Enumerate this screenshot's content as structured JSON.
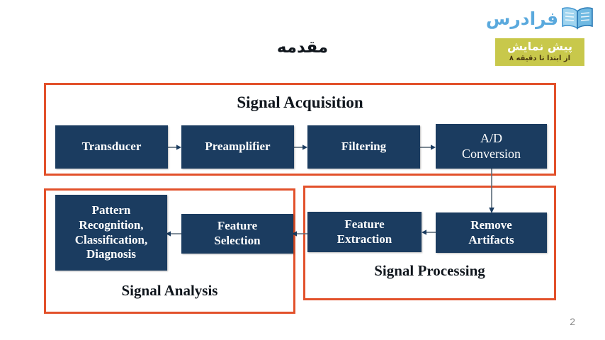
{
  "slide": {
    "title": "مقدمه",
    "page_number": "2"
  },
  "brand": {
    "wordmark": "فرادرس",
    "book_icon": "open-book-icon",
    "badge_main": "پیش نمایش",
    "badge_sub": "از ابتدا تا دقیقه ۸",
    "badge_color": "#c8c84b",
    "logo_color": "#5aa9dd"
  },
  "colors": {
    "frame_red": "#e2512b",
    "node_navy": "#1b3c60",
    "node_text": "#ffffff",
    "label_text": "#10161d",
    "arrow_gray": "#5a6a78"
  },
  "diagram": {
    "type": "flowchart",
    "groups": [
      {
        "id": "acquisition",
        "label": "Signal Acquisition"
      },
      {
        "id": "analysis",
        "label": "Signal Analysis"
      },
      {
        "id": "processing",
        "label": "Signal Processing"
      }
    ],
    "nodes": [
      {
        "id": "transducer",
        "label": "Transducer",
        "group": "acquisition"
      },
      {
        "id": "preamplifier",
        "label": "Preamplifier",
        "group": "acquisition"
      },
      {
        "id": "filtering",
        "label": "Filtering",
        "group": "acquisition"
      },
      {
        "id": "adc",
        "label": "A/D\nConversion",
        "group": "acquisition"
      },
      {
        "id": "remove_artifacts",
        "label": "Remove\nArtifacts",
        "group": "processing"
      },
      {
        "id": "feature_extraction",
        "label": "Feature\nExtraction",
        "group": "processing"
      },
      {
        "id": "feature_selection",
        "label": "Feature\nSelection",
        "group": "analysis"
      },
      {
        "id": "pattern",
        "label": "Pattern\nRecognition,\nClassification,\nDiagnosis",
        "group": "analysis"
      }
    ],
    "edges": [
      {
        "from": "transducer",
        "to": "preamplifier",
        "direction": "right"
      },
      {
        "from": "preamplifier",
        "to": "filtering",
        "direction": "right"
      },
      {
        "from": "filtering",
        "to": "adc",
        "direction": "right"
      },
      {
        "from": "adc",
        "to": "remove_artifacts",
        "direction": "down"
      },
      {
        "from": "remove_artifacts",
        "to": "feature_extraction",
        "direction": "left"
      },
      {
        "from": "feature_extraction",
        "to": "feature_selection",
        "direction": "left"
      },
      {
        "from": "feature_selection",
        "to": "pattern",
        "direction": "left"
      }
    ]
  }
}
